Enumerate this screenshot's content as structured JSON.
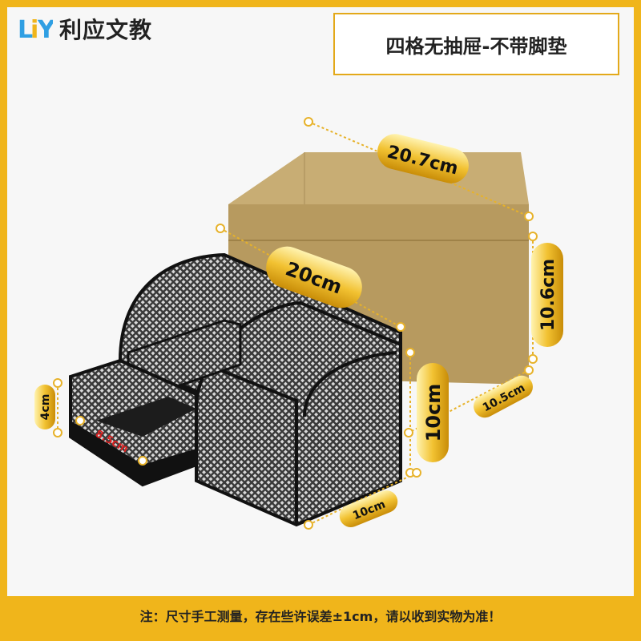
{
  "logo": {
    "mark": "LiY",
    "name": "利应文教"
  },
  "title": "四格无抽屉-不带脚垫",
  "dimensions": {
    "box_length": "20.7cm",
    "box_height": "10.6cm",
    "box_depth": "10.5cm",
    "organizer_length": "20cm",
    "organizer_height": "10cm",
    "organizer_depth": "10cm",
    "drawer_height": "4cm",
    "drawer_width": "8.5cm"
  },
  "note": "注：尺寸手工测量，存在些许误差±1cm，请以收到实物为准！",
  "colors": {
    "accent": "#f0b51b",
    "cardboard": "#b79a5f",
    "mesh": "#1a1a1a"
  }
}
